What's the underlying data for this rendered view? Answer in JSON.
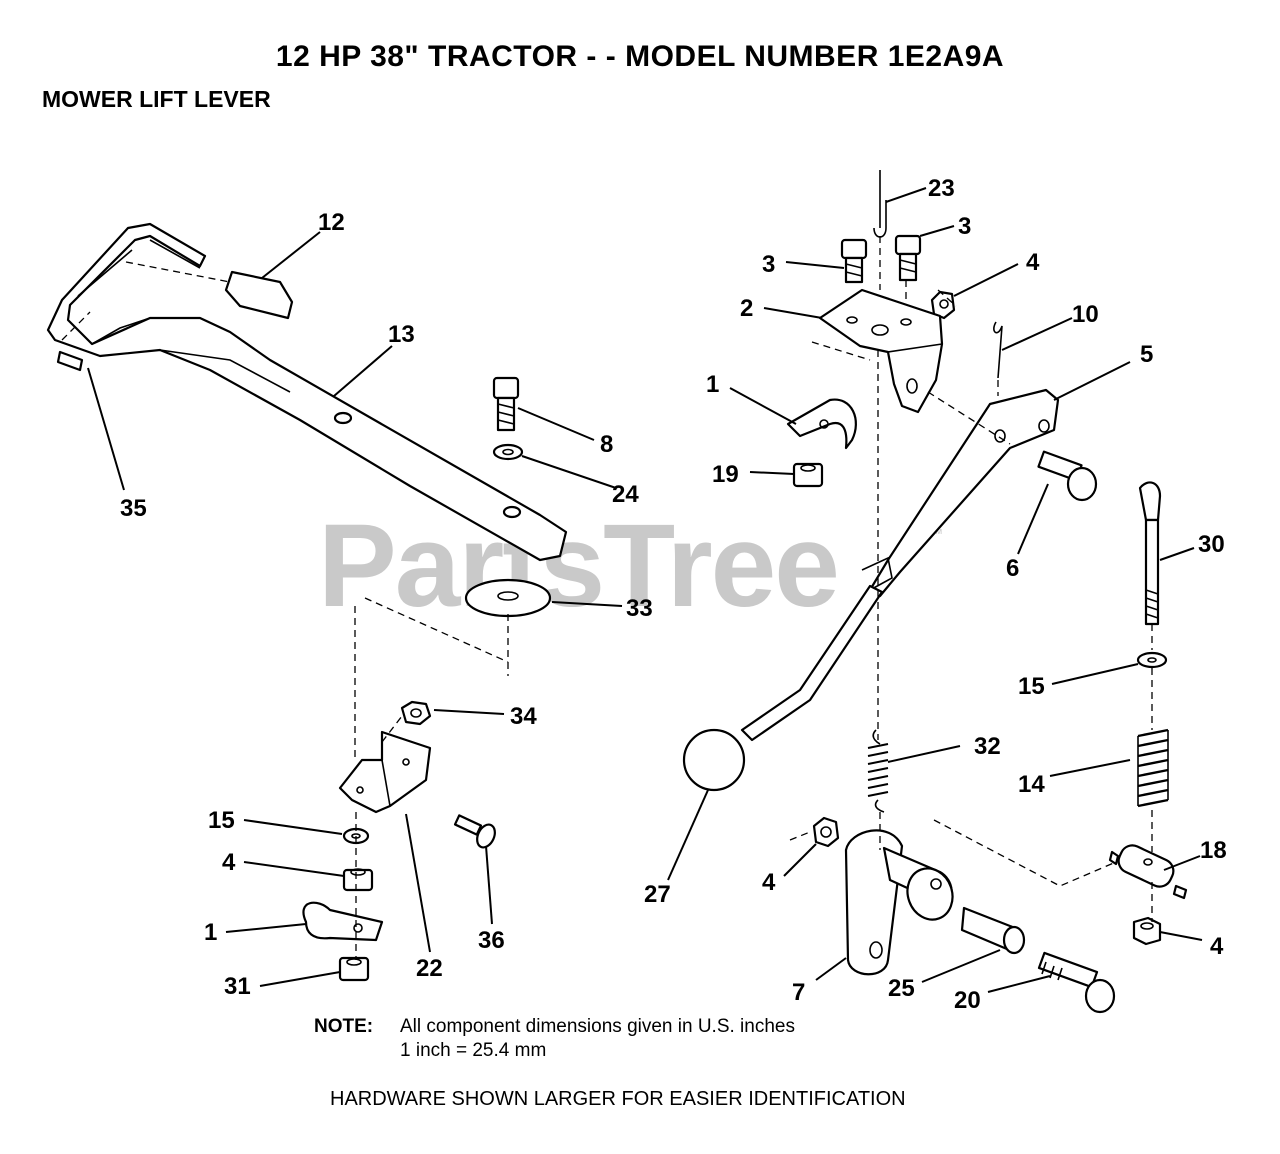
{
  "title": "12 HP 38\" TRACTOR - - MODEL NUMBER 1E2A9A",
  "subtitle": "MOWER LIFT LEVER",
  "watermark": "PartsTree",
  "watermark_tm": "™",
  "callouts": {
    "c12": "12",
    "c13": "13",
    "c35": "35",
    "c8": "8",
    "c24": "24",
    "c33": "33",
    "c34": "34",
    "c15a": "15",
    "c4a": "4",
    "c1a": "1",
    "c31": "31",
    "c22": "22",
    "c36": "36",
    "c23": "23",
    "c3a": "3",
    "c3b": "3",
    "c4b": "4",
    "c2": "2",
    "c10": "10",
    "c5": "5",
    "c1b": "1",
    "c19": "19",
    "c6": "6",
    "c30": "30",
    "c15b": "15",
    "c32": "32",
    "c14": "14",
    "c27": "27",
    "c4c": "4",
    "c18": "18",
    "c4d": "4",
    "c7": "7",
    "c25": "25",
    "c20": "20"
  },
  "note": {
    "label": "NOTE:",
    "line1": "All component dimensions given in U.S. inches",
    "line2": "1 inch = 25.4 mm"
  },
  "footer": "HARDWARE SHOWN LARGER FOR EASIER IDENTIFICATION"
}
